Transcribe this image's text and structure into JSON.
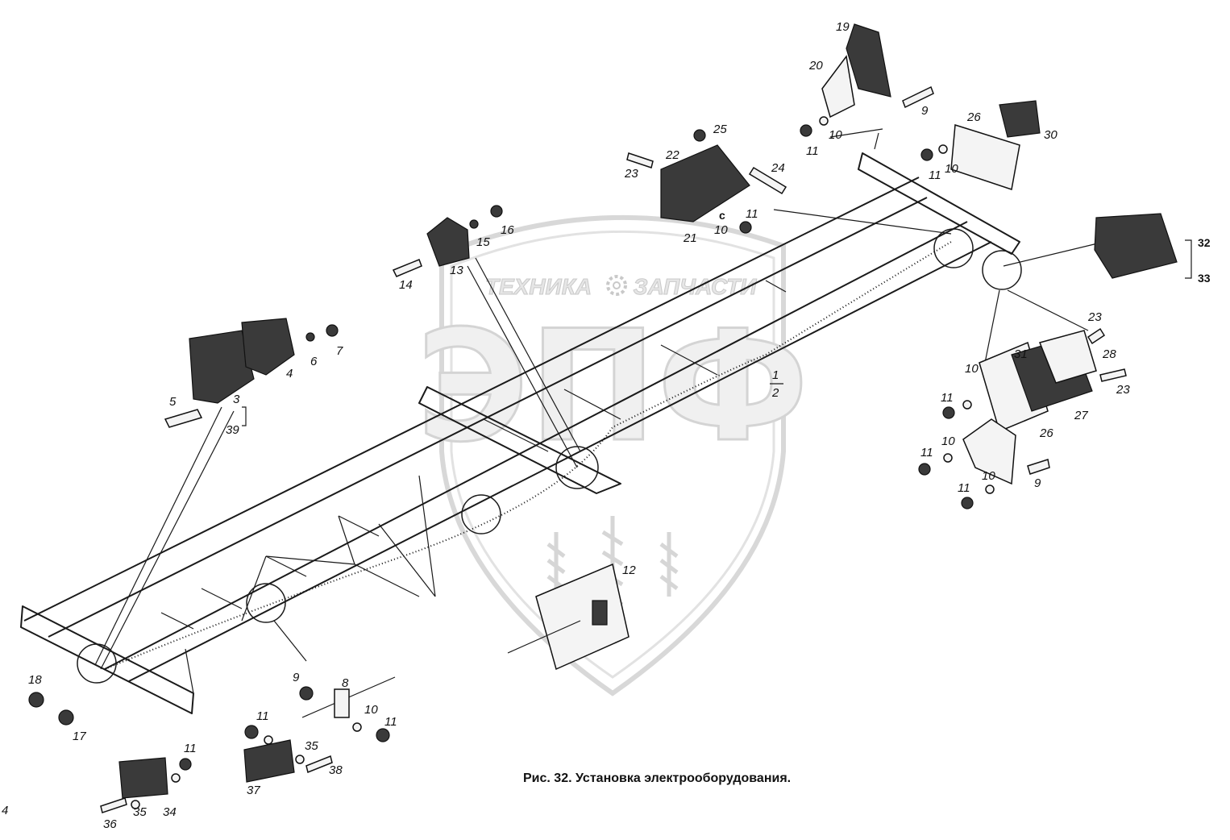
{
  "watermark": {
    "left_text": "ТЕХНИКА",
    "right_text": "ЗАПЧАСТИ",
    "logo_letters": "ЭПФ"
  },
  "caption": "Рис. 32. Установка электрооборудования.",
  "page_number": "4",
  "labels": {
    "n1": "1",
    "n2": "2",
    "n3": "3",
    "n4": "4",
    "n5": "5",
    "n6": "6",
    "n7": "7",
    "n8": "8",
    "n9a": "9",
    "n9b": "9",
    "n9c": "9",
    "n10a": "10",
    "n10b": "10",
    "n10c": "10",
    "n10d": "10",
    "n10e": "10",
    "n10f": "10",
    "n10g": "10",
    "n11a": "11",
    "n11b": "11",
    "n11c": "11",
    "n11d": "11",
    "n11e": "11",
    "n11f": "11",
    "n11g": "11",
    "n11h": "11",
    "n11i": "11",
    "n12": "12",
    "n13": "13",
    "n14": "14",
    "n15": "15",
    "n16": "16",
    "n17": "17",
    "n18": "18",
    "n19": "19",
    "n20": "20",
    "n21": "21",
    "n22": "22",
    "n23a": "23",
    "n23b": "23",
    "n23c": "23",
    "n24": "24",
    "n25": "25",
    "n26a": "26",
    "n26b": "26",
    "n27": "27",
    "n28": "28",
    "n30": "30",
    "n31": "31",
    "n32": "32",
    "n33": "33",
    "n34": "34",
    "n35a": "35",
    "n35b": "35",
    "n36": "36",
    "n37": "37",
    "n38": "38",
    "n39": "39",
    "c_mark": "с"
  }
}
